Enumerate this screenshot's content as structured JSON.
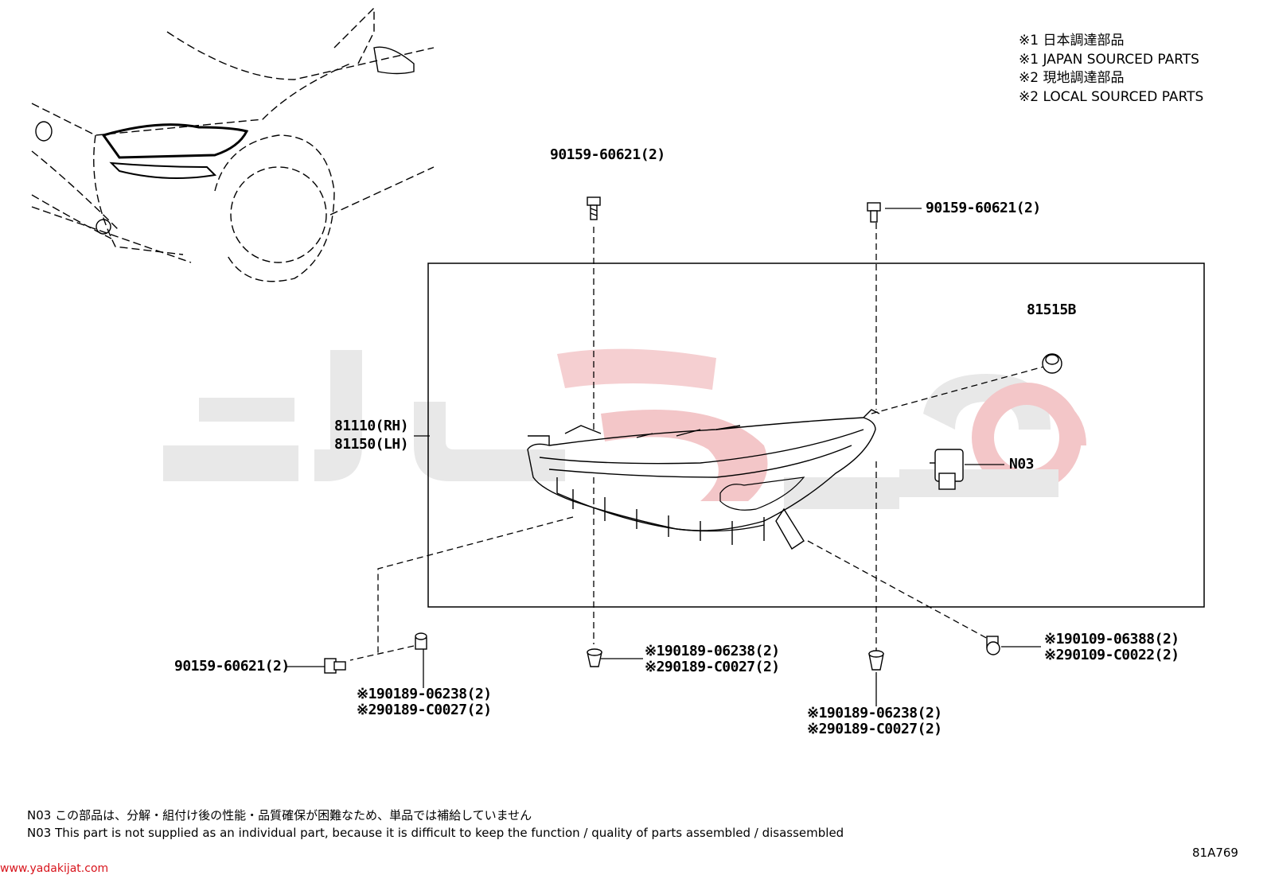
{
  "legend": [
    "※1 日本調達部品",
    "※1 JAPAN SOURCED PARTS",
    "※2 現地調達部品",
    "※2 LOCAL SOURCED PARTS"
  ],
  "callouts": {
    "bolt_top_left": "90159-60621(2)",
    "bolt_top_right": "90159-60621(2)",
    "headlamp_rh": "81110(RH)",
    "headlamp_lh": "81150(LH)",
    "cover": "81515B",
    "actuator": "N03",
    "bolt_bottom_left": "90159-60621(2)",
    "clip_lower_left_1": "※190189-06238(2)",
    "clip_lower_left_2": "※290189-C0027(2)",
    "clip_center_1": "※190189-06238(2)",
    "clip_center_2": "※290189-C0027(2)",
    "clip_right_1": "※190189-06238(2)",
    "clip_right_2": "※290189-C0027(2)",
    "screw_right_1": "※190109-06388(2)",
    "screw_right_2": "※290109-C0022(2)"
  },
  "notes": [
    "N03 この部品は、分解・組付け後の性能・品質確保が困難なため、単品では補給していません",
    "N03 This part is not supplied as an individual part, because it is difficult to keep the function / quality of parts assembled / disassembled"
  ],
  "diagram_code": "81A769",
  "watermark_site": "www.yadakijat.com",
  "colors": {
    "watermark_gray": "#e6e6e6",
    "watermark_red": "#f3c6c8",
    "site_red": "#d8141c"
  }
}
